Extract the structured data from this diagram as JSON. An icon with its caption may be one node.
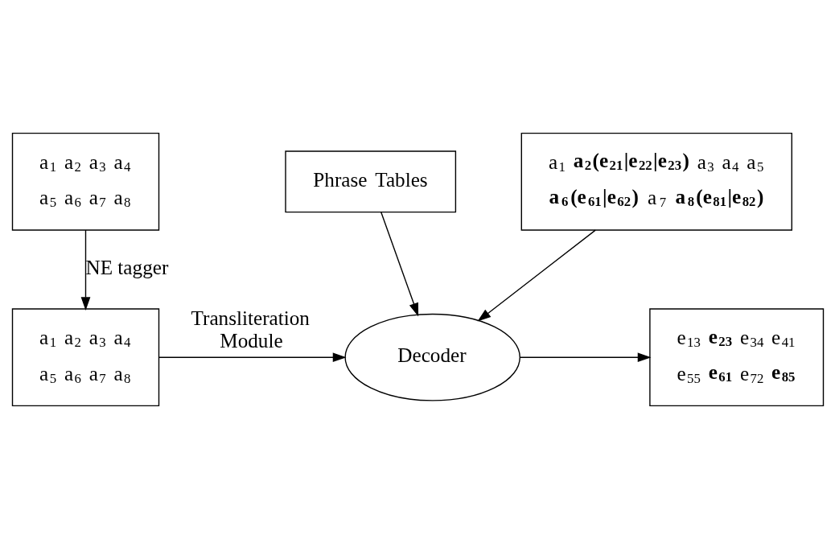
{
  "diagram": {
    "nodes": [
      {
        "text": [
          "a$_{1}$ a$_{2}$ a$_{3}$ a$_{4}$ a$_{5}$ a$_{6}$ a$_{7}$ a$_{8}$"
        ]
      },
      {
        "text": [
          "a$_{1}$ a$_{2}$ a$_{3}$ a$_{4}$ a$_{5}$ a$_{6}$ a$_{7}$ a$_{8}$"
        ]
      },
      {
        "text": [
          "Phrase Tables"
        ]
      },
      {
        "text": [
          "Decoder"
        ]
      },
      {
        "text": [
          "e$_{13}$ **e$_{23}$** e$_{34}$ e$_{41}$ e$_{55}$ **e$_{61}$** e$_{72}$ **e$_{85}$**"
        ]
      },
      {
        "text": [
          "a$_{1}$ **a$_{2}$(e$_{21}$|e$_{22}$|e$_{23}$)** a$_{3}$ a$_{4}$ a$_{5}$ **a$_{6}$(e$_{61}$|e$_{62}$)** a$_{7}$ **a$_{8}$(e$_{81}$|e$_{82}$)**"
        ]
      }
    ],
    "edges": [
      {
        "from": 0,
        "to": 1,
        "arrow": "to",
        "label": "NE tagger"
      },
      {
        "from": 1,
        "to": 3,
        "arrow": "to",
        "label": "Transliteration Module"
      },
      {
        "from": 2,
        "to": 3,
        "arrow": "to"
      },
      {
        "from": 3,
        "to": 4,
        "arrow": "to"
      },
      {
        "from": 5,
        "to": 3,
        "arrow": "to"
      }
    ]
  }
}
